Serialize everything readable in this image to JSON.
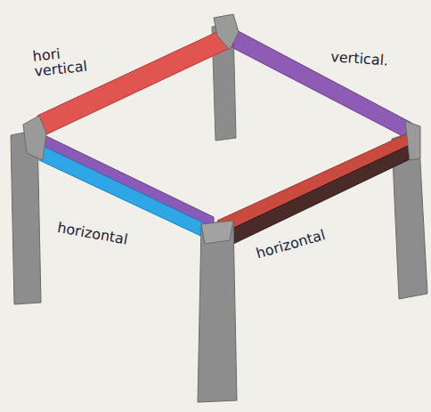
{
  "diagram": {
    "labels": [
      "hori vertical",
      "vertical.",
      "horizontal",
      "horizontal"
    ]
  }
}
